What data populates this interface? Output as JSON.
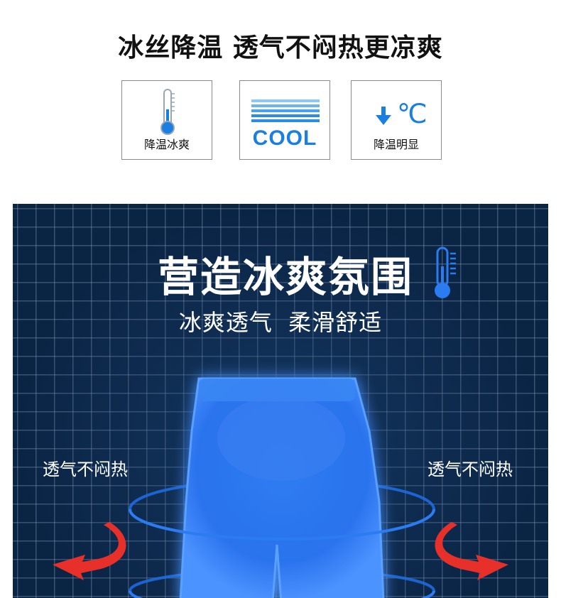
{
  "header": {
    "title": "冰丝降温 透气不闷热更凉爽"
  },
  "features": [
    {
      "label": "降温冰爽",
      "icon": "thermometer-icon"
    },
    {
      "label": "COOL",
      "icon": "cool-bars-icon"
    },
    {
      "label": "降温明显",
      "icon": "temperature-down-icon",
      "symbol": "℃"
    }
  ],
  "panel": {
    "title": "营造冰爽氛围",
    "subtitle": "冰爽透气  柔滑舒适",
    "left_label": "透气不闷热",
    "right_label": "透气不闷热"
  },
  "colors": {
    "accent_blue": "#1a7fe0",
    "panel_background": "#0a2444",
    "arrow_red": "#e8302a"
  }
}
